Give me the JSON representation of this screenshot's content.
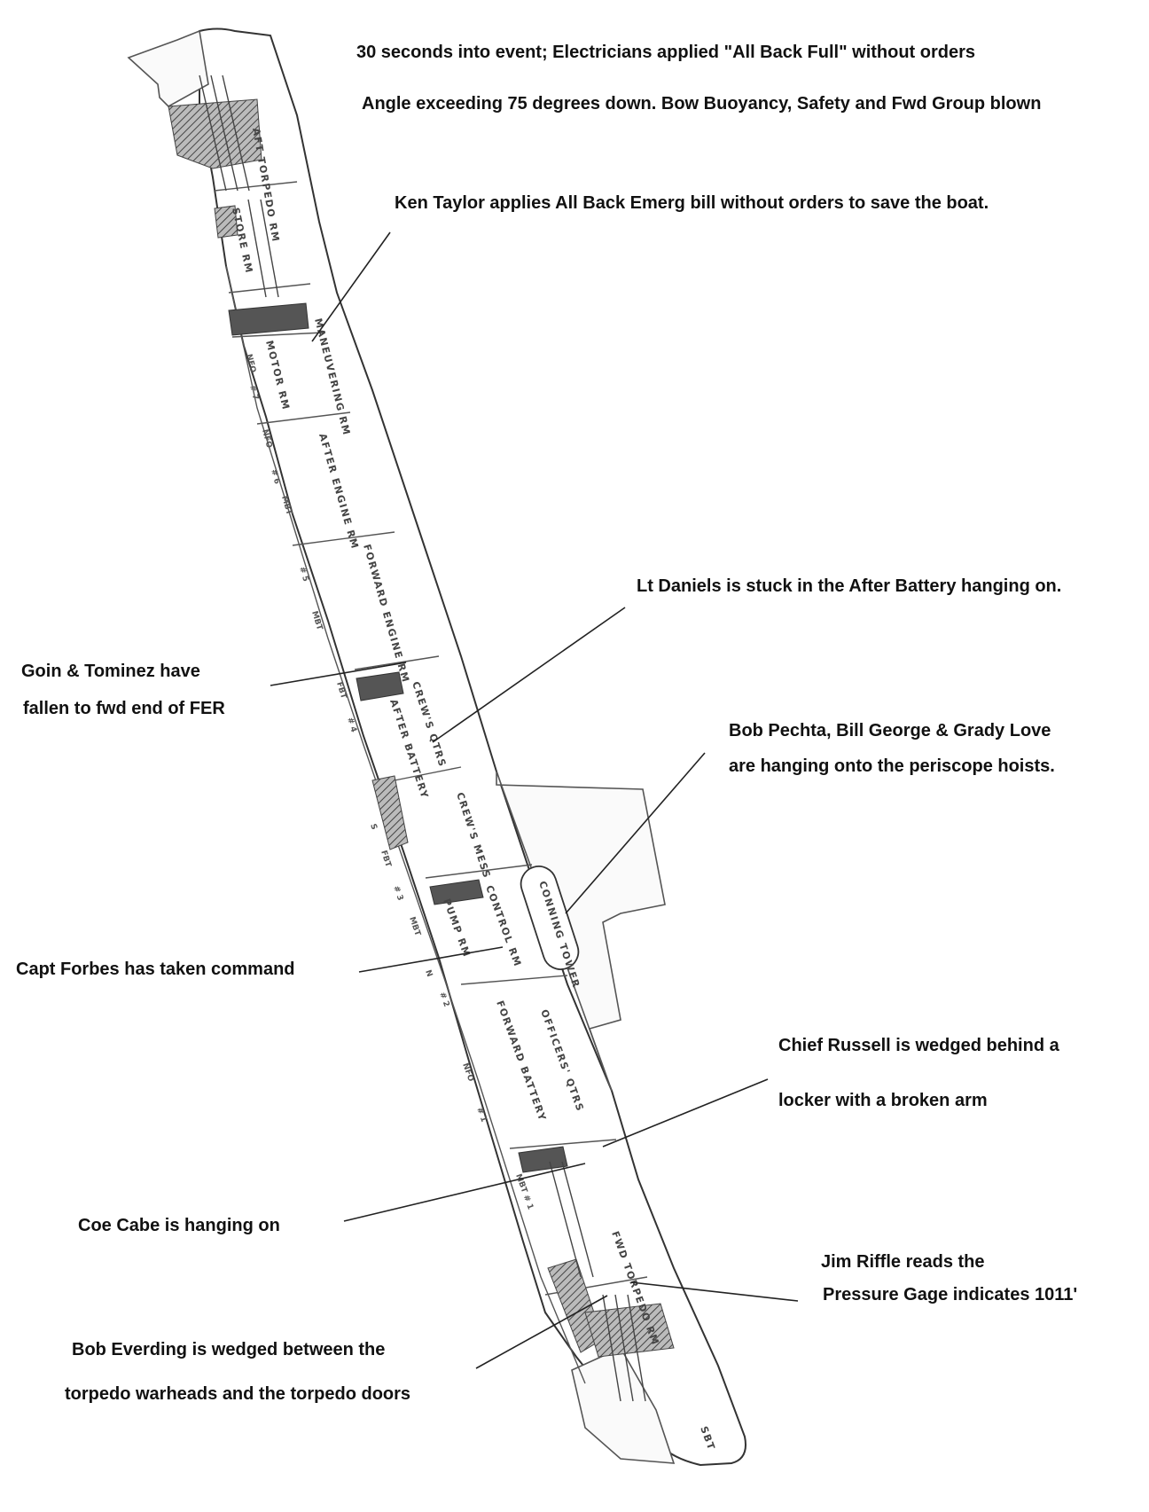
{
  "annotations": {
    "event_time": "30 seconds into event; Electricians applied \"All Back Full\" without orders",
    "angle": "Angle exceeding 75 degrees down.  Bow Buoyancy, Safety and Fwd Group blown",
    "ken_taylor": "Ken Taylor applies All Back Emerg bill without orders to save the boat.",
    "lt_daniels": "Lt Daniels is stuck in the After Battery hanging on.",
    "goin_line1": "Goin & Tominez have",
    "goin_line2": "fallen to fwd end of FER",
    "pechta_line1": "Bob Pechta, Bill George & Grady Love",
    "pechta_line2": "are hanging onto the periscope hoists.",
    "forbes": "Capt Forbes has taken command",
    "russell_line1": "Chief Russell is wedged behind a",
    "russell_line2": "locker with a broken arm",
    "coe_cabe": "Coe Cabe is hanging on",
    "riffle_line1": "Jim Riffle reads the",
    "riffle_line2": "Pressure Gage indicates 1011'",
    "everding_line1": "Bob Everding is wedged between the",
    "everding_line2": "torpedo warheads and the torpedo doors"
  },
  "compartments": {
    "aft_torpedo": "AFT TORPEDO RM",
    "stores": "STORE RM",
    "maneuvering": "MANEUVERING RM",
    "motor": "MOTOR RM",
    "after_engine": "AFTER ENGINE RM",
    "forward_engine": "FORWARD ENGINE RM",
    "crews_qtrs": "CREW'S QTRS",
    "after_battery": "AFTER BATTERY",
    "crews_mess": "CREW'S MESS",
    "conning_tower": "CONNING TOWER",
    "control": "CONTROL RM",
    "pump": "PUMP RM",
    "forward_battery": "FORWARD BATTERY",
    "officers_qtrs": "OFFICERS' QTRS",
    "forward_torpedo": "FWD TORPEDO RM",
    "sbt": "SBT"
  },
  "tanks": {
    "nfo7": "NFO",
    "nfo6": "NFO",
    "n7": "# 7",
    "n6": "# 6",
    "nmbt": "MBT",
    "n5": "# 5",
    "nfbt": "FBT",
    "nmbt2": "MBT",
    "n4": "# 4",
    "n3": "# 3",
    "nmbt3": "MBT",
    "n2": "# 2",
    "nfbt2": "FBT",
    "nfo2": "NFO",
    "n1": "# 1",
    "mbt1": "MBT # 1",
    "s": "S",
    "n": "N"
  }
}
